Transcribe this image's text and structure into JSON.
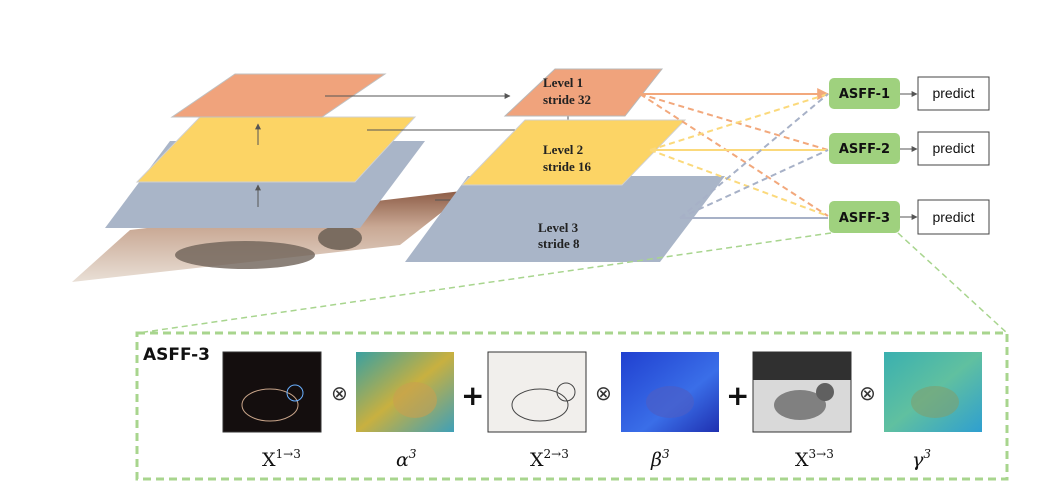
{
  "pyramid": {
    "levels": [
      {
        "name": "Level 1",
        "stride": "stride 32",
        "color": "#f0a37c"
      },
      {
        "name": "Level 2",
        "stride": "stride 16",
        "color": "#fcd465"
      },
      {
        "name": "Level 3",
        "stride": "stride 8",
        "color": "#a9b5c8"
      }
    ]
  },
  "asff_nodes": [
    {
      "label": "ASFF-1",
      "output": "predict"
    },
    {
      "label": "ASFF-2",
      "output": "predict"
    },
    {
      "label": "ASFF-3",
      "output": "predict"
    }
  ],
  "panel": {
    "title": "ASFF-3",
    "terms": [
      {
        "base": "X",
        "sup": "1→3"
      },
      {
        "base": "α",
        "sup": "3"
      },
      {
        "base": "X",
        "sup": "2→3"
      },
      {
        "base": "β",
        "sup": "3"
      },
      {
        "base": "X",
        "sup": "3→3"
      },
      {
        "base": "γ",
        "sup": "3"
      }
    ],
    "ops": {
      "times": "⊗",
      "plus": "+"
    }
  },
  "colors": {
    "asff_fill": "#9fd17e",
    "dash_border": "#a8d58e",
    "arrow_level1": "#f2a87c",
    "arrow_level2": "#fbd97b",
    "arrow_level3": "#a7b1c7"
  }
}
